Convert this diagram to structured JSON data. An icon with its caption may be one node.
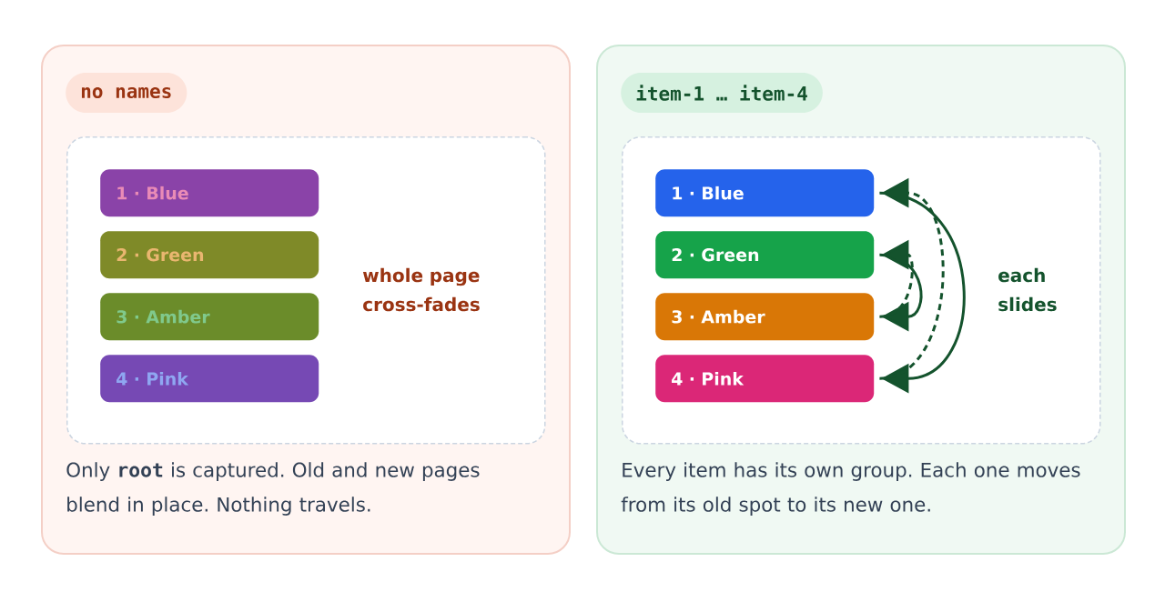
{
  "diagram": {
    "nodes": [
      {
        "text": [
          "Only **root** is captured. Old and new pages blend in place. Nothing travels."
        ]
      },
      {
        "text": [
          "no names"
        ],
        "in": 0
      },
      {
        "text": [
          "whole page cross-fades"
        ],
        "in": 0
      },
      {
        "text": [
          "1 · Blue"
        ],
        "in": 2
      },
      {
        "text": [
          "2 · Green"
        ],
        "in": 2
      },
      {
        "text": [
          "3 · Amber"
        ],
        "in": 2
      },
      {
        "text": [
          "4 · Pink"
        ],
        "in": 2
      },
      {
        "text": [
          "Every item has its own group. Each one moves from its old spot to its new one."
        ]
      },
      {
        "text": [
          "item-1 … item-4"
        ],
        "in": 7
      },
      {
        "text": [
          "each slides"
        ],
        "in": 7
      },
      {
        "text": [
          "1 · Blue"
        ],
        "in": 9
      },
      {
        "text": [
          "2 · Green"
        ],
        "in": 9
      },
      {
        "text": [
          "3 · Amber"
        ],
        "in": 9
      },
      {
        "text": [
          "4 · Pink"
        ],
        "in": 9
      }
    ],
    "edges": [
      {
        "from": 10,
        "to": 13,
        "arrow": "to"
      },
      {
        "from": 13,
        "to": 10,
        "arrow": "to",
        "style": "dashed"
      },
      {
        "from": 11,
        "to": 12,
        "arrow": "to"
      },
      {
        "from": 12,
        "to": 11,
        "arrow": "to",
        "style": "dashed"
      }
    ]
  }
}
